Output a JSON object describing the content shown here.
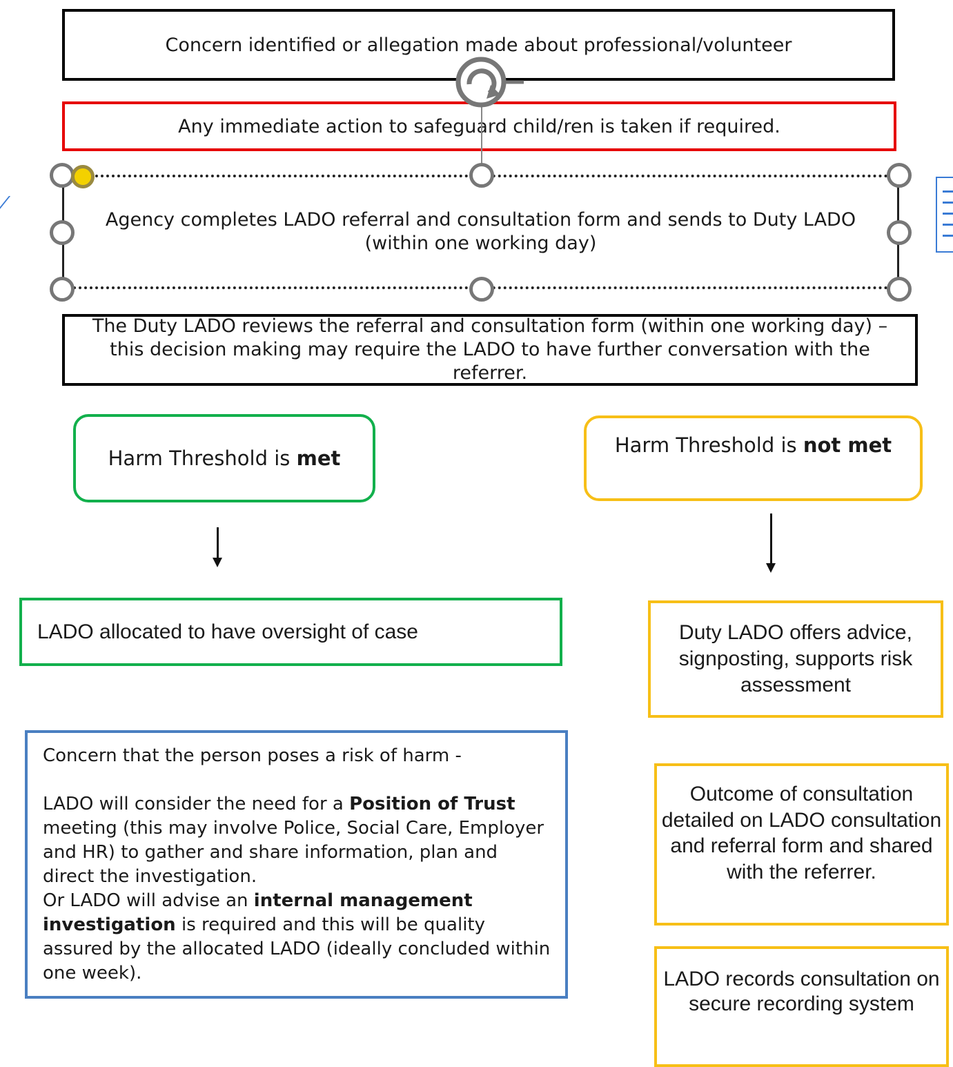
{
  "steps": {
    "concern": "Concern identified or allegation made about professional/volunteer",
    "immediate_action": "Any immediate action to safeguard child/ren is taken if required.",
    "agency_referral": "Agency completes LADO referral and consultation form and sends to Duty LADO (within one working day)",
    "duty_review": "The Duty LADO reviews the referral and consultation form (within one working day) – this decision making may require the LADO to have further conversation with the referrer."
  },
  "met_branch": {
    "decision_prefix": "Harm Threshold is ",
    "decision_emphasis": "met",
    "allocated": "LADO allocated to have oversight of case",
    "risk_intro": "Concern that the person poses a risk of harm -",
    "pot_prefix": "LADO will consider the need for a ",
    "pot_emphasis": "Position of Trust",
    "pot_suffix": " meeting (this may involve Police, Social Care, Employer and HR) to gather and share information, plan and direct the investigation.",
    "imi_prefix": "Or LADO will advise an ",
    "imi_emphasis": "internal management investigation",
    "imi_suffix": " is required and this will be quality assured by the allocated LADO (ideally concluded within one week)."
  },
  "not_met_branch": {
    "decision_prefix": "Harm Threshold is ",
    "decision_emphasis": "not met",
    "advice": "Duty LADO offers advice, signposting, supports risk assessment",
    "outcome": "Outcome of consultation detailed on LADO consultation and referral form and shared with the referrer.",
    "records": "LADO records consultation on secure recording system"
  },
  "colors": {
    "black_border": "#000000",
    "red_border": "#e60000",
    "green_border": "#12b04c",
    "amber_border": "#f7bf17",
    "blue_border": "#4a7fc1",
    "selection_handle": "#777777",
    "active_handle": "#f3d100"
  },
  "icons": {
    "rotate_handle": "rotate-handle-icon",
    "side_panel": "layout-options-icon"
  }
}
